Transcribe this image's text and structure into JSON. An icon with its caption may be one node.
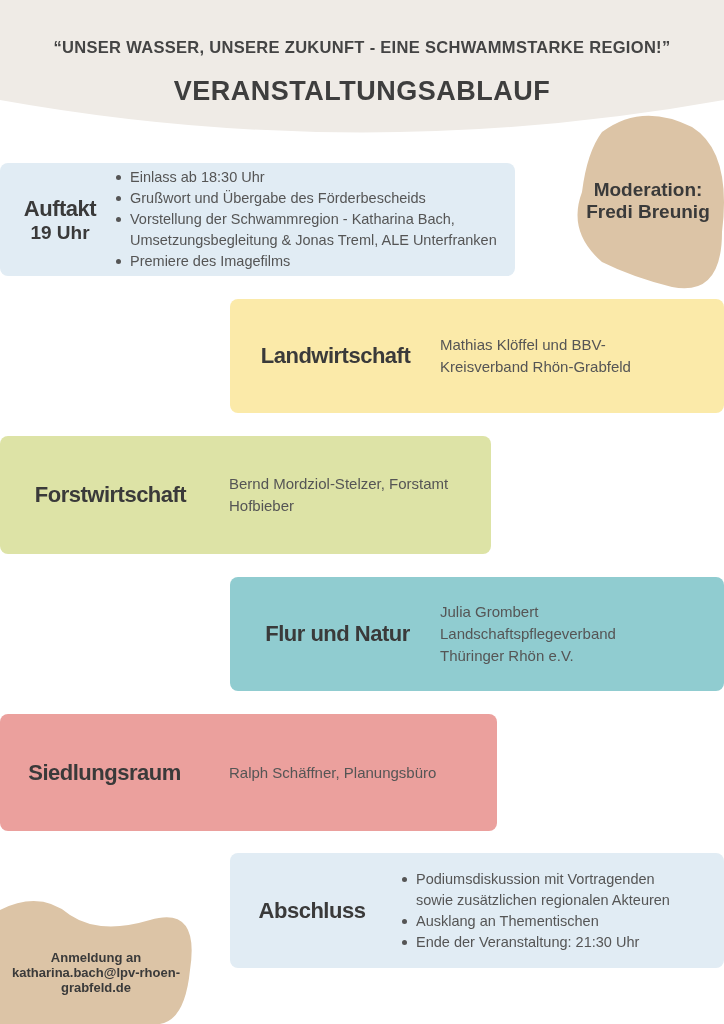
{
  "diagram": {
    "title": "VERANSTALTUNGSABLAUF",
    "nodes": [
      {
        "text": [
          "Auftakt",
          "19 Uhr",
          "Einlass ab 18:30 Uhr",
          "Grußwort und Übergabe des Förderbescheids",
          "Vorstellung der Schwammregion - Katharina Bach, Umsetzungsbegleitung & Jonas Treml, ALE Unterfranken",
          "Premiere des Imagefilms"
        ]
      },
      {
        "text": [
          "Moderation: Fredi Breunig"
        ]
      },
      {
        "text": [
          "Landwirtschaft",
          "Mathias Klöffel und BBV-Kreisverband Rhön-Grabfeld"
        ]
      },
      {
        "text": [
          "Forstwirtschaft",
          "Bernd Mordziol-Stelzer, Forstamt Hofbieber"
        ]
      },
      {
        "text": [
          "Flur und Natur",
          "Julia Grombert Landschaftspflegeverband Thüringer Rhön e.V."
        ]
      },
      {
        "text": [
          "Siedlungsraum",
          "Ralph Schäffner, Planungsbüro"
        ]
      },
      {
        "text": [
          "Abschluss",
          "Podiumsdiskussion mit Vortragenden sowie zusätzlichen regionalen Akteuren",
          "Ausklang an Thementischen",
          "Ende der Veranstaltung: 21:30 Uhr"
        ]
      },
      {
        "text": [
          "Anmeldung an katharina.bach@lpv-rhoen-grabfeld.de"
        ]
      }
    ],
    "edges": [],
    "labels": [
      "“UNSER WASSER, UNSERE ZUKUNFT - EINE SCHWAMMSTARKE REGION!”"
    ]
  }
}
